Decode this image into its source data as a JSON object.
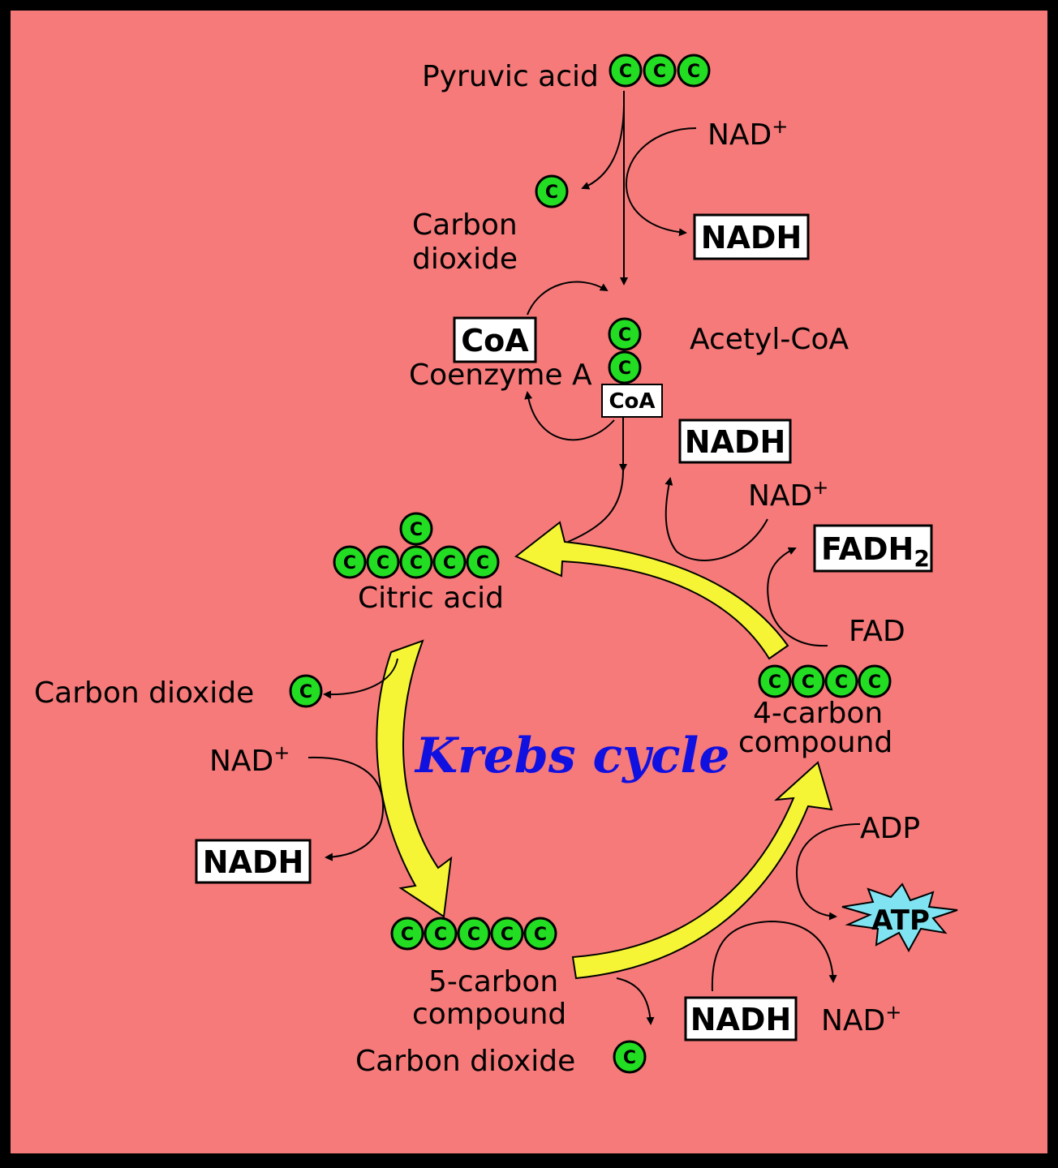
{
  "colors": {
    "background": "#f67a7a",
    "border": "#000000",
    "carbon_fill": "#22dd22",
    "cycle_arrow": "#f5f536",
    "title": "#1010e0",
    "atp_star": "#7fe3f2",
    "box_fill": "#ffffff"
  },
  "labels": {
    "pyruvic_acid": "Pyruvic acid",
    "nad_top": "NAD",
    "carbon_dioxide_1a": "Carbon",
    "carbon_dioxide_1b": "dioxide",
    "acetyl_coa": "Acetyl-CoA",
    "coenzyme_a": "Coenzyme A",
    "nad_right": "NAD",
    "citric_acid": "Citric acid",
    "fad": "FAD",
    "four_carbon_a": "4-carbon",
    "four_carbon_b": "compound",
    "carbon_dioxide_left": "Carbon dioxide",
    "nad_left": "NAD",
    "adp": "ADP",
    "five_carbon_a": "5-carbon",
    "five_carbon_b": "compound",
    "nad_bottom": "NAD",
    "carbon_dioxide_bottom": "Carbon dioxide",
    "plus": "+"
  },
  "boxes": {
    "nadh_top": "NADH",
    "coa_large": "CoA",
    "coa_small": "CoA",
    "nadh_upper_right": "NADH",
    "fadh2": "FADH",
    "fadh2_sub": "2",
    "nadh_left": "NADH",
    "nadh_bottom": "NADH"
  },
  "atp": "ATP",
  "title": "Krebs cycle",
  "carbon_symbol": "C"
}
